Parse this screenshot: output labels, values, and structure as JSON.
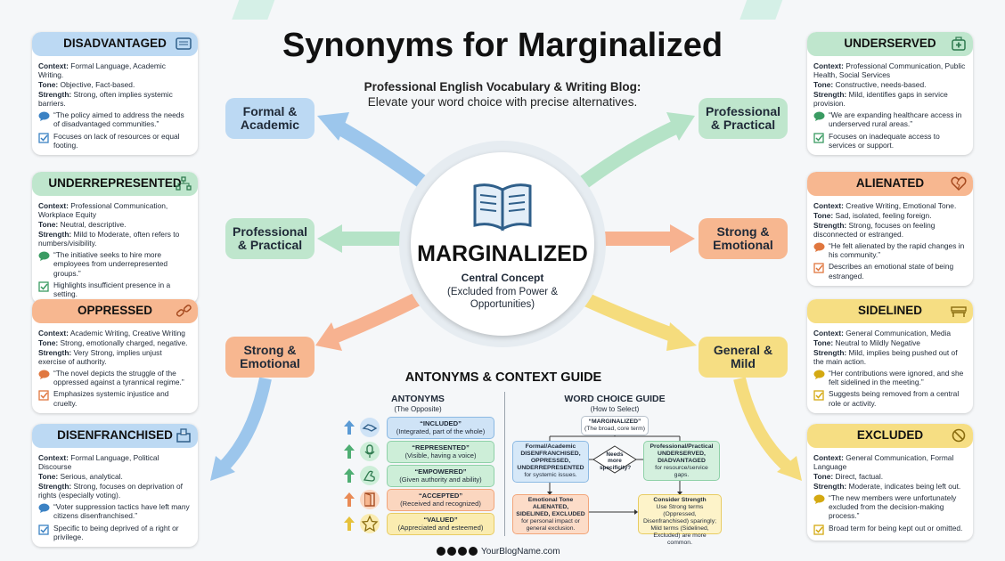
{
  "title": "Synonyms for Marginalized",
  "subtitle_bold": "Professional English Vocabulary & Writing Blog:",
  "subtitle": "Elevate your word choice with precise alternatives.",
  "center": {
    "word": "MARGINALIZED",
    "label": "Central Concept",
    "desc": "(Excluded from Power & Opportunities)"
  },
  "categories": {
    "formal_top": "Formal &\nAcademic",
    "professional_left": "Professional\n& Practical",
    "strong_left": "Strong &\nEmotional",
    "professional_right": "Professional\n& Practical",
    "strong_right": "Strong &\nEmotional",
    "general_right": "General &\nMild"
  },
  "cards": [
    {
      "title": "DISADVANTAGED",
      "icon": "id-card-icon",
      "context": "Formal Language, Academic Writing.",
      "tone": "Objective, Fact-based.",
      "strength": "Strong, often implies systemic barriers.",
      "example": "“The policy aimed to address the needs of disadvantaged communities.”",
      "note": "Focuses on lack of resources or equal footing."
    },
    {
      "title": "UNDERREPRESENTED",
      "icon": "hierarchy-icon",
      "context": "Professional Communication, Workplace Equity",
      "tone": "Neutral, descriptive.",
      "strength": "Mild to Moderate, often refers to numbers/visibility.",
      "example": "“The initiative seeks to hire more employees from underrepresented groups.”",
      "note": "Highlights insufficient presence in a setting."
    },
    {
      "title": "OPPRESSED",
      "icon": "broken-chain-icon",
      "context": "Academic Writing, Creative Writing",
      "tone": "Strong, emotionally charged, negative.",
      "strength": "Very Strong, implies unjust exercise of authority.",
      "example": "“The novel depicts the struggle of the oppressed against a tyrannical regime.”",
      "note": "Emphasizes systemic injustice and cruelty."
    },
    {
      "title": "DISENFRANCHISED",
      "icon": "ballot-box-icon",
      "context": "Formal Language, Political Discourse",
      "tone": "Serious, analytical.",
      "strength": "Strong, focuses on deprivation of rights (especially voting).",
      "example": "“Voter suppression tactics have left many citizens disenfranchised.”",
      "note": "Specific to being deprived of a right or privilege."
    },
    {
      "title": "UNDERSERVED",
      "icon": "medical-kit-icon",
      "context": "Professional Communication, Public Health, Social Services",
      "tone": "Constructive, needs-based.",
      "strength": "Mild, identifies gaps in service provision.",
      "example": "“We are expanding healthcare access in underserved rural areas.”",
      "note": "Focuses on inadequate access to services or support."
    },
    {
      "title": "ALIENATED",
      "icon": "broken-heart-icon",
      "context": "Creative Writing, Emotional Tone.",
      "tone": "Sad, isolated, feeling foreign.",
      "strength": "Strong, focuses on feeling disconnected or estranged.",
      "example": "“He felt alienated by the rapid changes in his community.”",
      "note": "Describes an emotional state of being estranged."
    },
    {
      "title": "SIDELINED",
      "icon": "bench-icon",
      "context": "General Communication, Media",
      "tone": "Neutral to Mildly Negative",
      "strength": "Mild, implies being pushed out of the main action.",
      "example": "“Her contributions were ignored, and she felt sidelined in the meeting.”",
      "note": "Suggests being removed from a central role or activity."
    },
    {
      "title": "EXCLUDED",
      "icon": "prohibited-icon",
      "context": "General Communication, Formal Language",
      "tone": "Direct, factual.",
      "strength": "Moderate, indicates being left out.",
      "example": "“The new members were unfortunately excluded from the decision-making process.”",
      "note": "Broad term for being kept out or omitted."
    }
  ],
  "guide": {
    "title": "ANTONYMS & CONTEXT GUIDE",
    "antonyms_heading": "ANTONYMS",
    "antonyms_sub": "(The Opposite)",
    "antonyms": [
      {
        "word": "“INCLUDED”",
        "desc": "(Integrated, part of the whole)",
        "icon": "handshake-icon"
      },
      {
        "word": "“REPRESENTED”",
        "desc": "(Visible, having a voice)",
        "icon": "microphone-icon"
      },
      {
        "word": "“EMPOWERED”",
        "desc": "(Given authority and ability)",
        "icon": "flexed-arm-icon"
      },
      {
        "word": "“ACCEPTED”",
        "desc": "(Received and recognized)",
        "icon": "open-door-icon"
      },
      {
        "word": "“VALUED”",
        "desc": "(Appreciated and esteemed)",
        "icon": "star-icon"
      }
    ],
    "wcg_heading": "WORD CHOICE GUIDE",
    "wcg_sub": "(How to Select)",
    "flow": {
      "root_title": "“MARGINALIZED”",
      "root_desc": "(The broad, core term)",
      "formal_title": "Formal/Academic",
      "formal_terms": "DISENFRANCHISED, OPPRESSED, UNDERREPRESENTED",
      "formal_desc": "for systemic issues.",
      "question": "Needs more specificity?",
      "prof_title": "Professional/Practical",
      "prof_terms": "UNDERSERVED, DIADVANTAGED",
      "prof_desc": "for resource/service gaps.",
      "emo_title": "Emotional Tone",
      "emo_terms": "ALIENATED, SIDELINED, EXCLUDED",
      "emo_desc": "for personal impact or general exclusion.",
      "strength_title": "Consider Strength",
      "strength_desc": "Use Strong terms (Oppressed, Disenfranchised) sparingly; Mild terms (Sidelined, Excluded) are more common."
    }
  },
  "footer": "YourBlogName.com",
  "colors": {
    "blue": "#bcd9f3",
    "green": "#bfe6cd",
    "orange": "#f7b790",
    "yellow": "#f6de83"
  }
}
